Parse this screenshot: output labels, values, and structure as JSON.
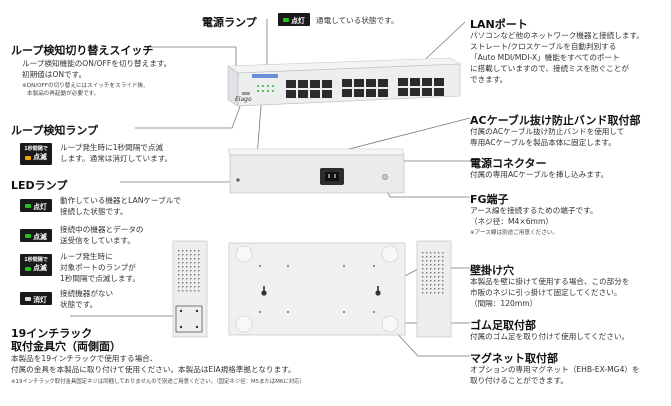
{
  "power_lamp": {
    "title": "電源ランプ",
    "badge": "点灯",
    "desc": "通電している状態です。"
  },
  "loop_switch": {
    "title": "ループ検知切り替えスイッチ",
    "desc": [
      "ループ検知機能のON/OFFを切り替えます。",
      "初期値はONです。"
    ],
    "notes": [
      "※ON/OFFの切り替えにはスイッチをスライド後、",
      "本製品の再起動が必要です。"
    ]
  },
  "loop_lamp": {
    "title": "ループ検知ランプ",
    "badge_top": "1秒間隔で",
    "badge_bottom": "点滅",
    "desc": [
      "ループ発生時に1秒間隔で点滅",
      "します。通常は消灯しています。"
    ]
  },
  "led_lamp": {
    "title": "LEDランプ",
    "items": [
      {
        "badge": "点灯",
        "desc": [
          "動作している機器とLANケーブルで",
          "接続した状態です。"
        ]
      },
      {
        "badge": "点滅",
        "desc": [
          "接続中の機器とデータの",
          "送受信をしています。"
        ]
      },
      {
        "badge_top": "1秒間隔で",
        "badge_bottom": "点滅",
        "desc": [
          "ループ発生時に",
          "対象ポートのランプが",
          "1秒間隔で点滅します。"
        ]
      },
      {
        "badge": "消灯",
        "desc": [
          "接続機器がない",
          "状態です。"
        ]
      }
    ]
  },
  "rack": {
    "title": [
      "19インチラック",
      "取付金具穴（両側面）"
    ],
    "desc": [
      "本製品を19インチラックで使用する場合、",
      "付属の金具を本製品に取り付けて使用ください。本製品はEIA規格準拠となります。"
    ],
    "note": "※19インチラック取付金具固定ネジは同梱しておりませんので別途ご用意ください。（固定ネジ径：M5またはM6に対応）"
  },
  "lan_port": {
    "title": "LANポート",
    "desc": [
      "パソコンなど他のネットワーク機器と接続します。",
      "ストレート/クロスケーブルを自動判別する",
      "「Auto MDI/MDI-X」機能をすべてのポート",
      "に搭載していますので、接続ミスを防ぐことが",
      "できます。"
    ]
  },
  "ac_band": {
    "title": "ACケーブル抜け防止バンド取付部",
    "desc": [
      "付属のACケーブル抜け防止バンドを使用して",
      "専用ACケーブルを製品本体に固定します。"
    ]
  },
  "power_connector": {
    "title": "電源コネクター",
    "desc": "付属の専用ACケーブルを挿し込みます。"
  },
  "fg": {
    "title": "FG端子",
    "desc": [
      "アース線を接続するための端子です。",
      "（ネジ径：M4×6mm）"
    ],
    "note": "※アース線は別途ご用意ください。"
  },
  "wall": {
    "title": "壁掛け穴",
    "desc": [
      "本製品を壁に掛けて使用する場合、この部分を",
      "市販のネジに引っ掛けて固定してください。",
      "（間隔：120mm）"
    ]
  },
  "rubber": {
    "title": "ゴム足取付部",
    "desc": "付属のゴム足を取り付けて使用してください。"
  },
  "magnet": {
    "title": "マグネット取付部",
    "desc": [
      "オプションの専用マグネット（EHB-EX-MG4）を",
      "取り付けることができます。"
    ]
  },
  "device": {
    "logo": "Elago"
  },
  "colors": {
    "led_green": "#22c41c",
    "led_orange": "#f2a900",
    "led_off": "#dcdcdc",
    "leader_line": "#7a7a7a"
  }
}
